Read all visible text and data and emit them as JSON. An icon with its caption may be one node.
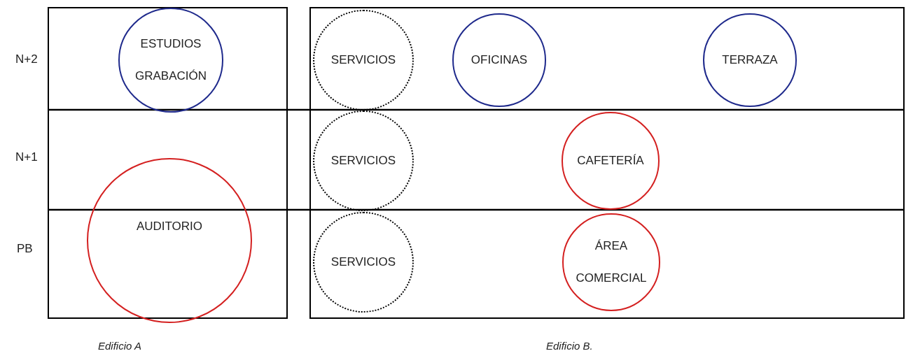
{
  "diagram": {
    "nodes": [
      {
        "text": [],
        "shape": "box",
        "beside": [
          "Edificio A"
        ]
      },
      {
        "text": [],
        "shape": "box",
        "beside": [
          "Edificio B."
        ]
      },
      {
        "text": [
          "ESTUDIOS GRABACIÓN"
        ],
        "in": 0
      },
      {
        "text": [
          "AUDITORIO"
        ],
        "in": 0
      },
      {
        "text": [
          "SERVICIOS"
        ],
        "in": 1
      },
      {
        "text": [
          "OFICINAS"
        ],
        "in": 1
      },
      {
        "text": [
          "TERRAZA"
        ],
        "in": 1
      },
      {
        "text": [
          "SERVICIOS"
        ],
        "in": 1
      },
      {
        "text": [
          "CAFETERÍA"
        ],
        "in": 1
      },
      {
        "text": [
          "SERVICIOS"
        ],
        "in": 1
      },
      {
        "text": [
          "ÁREA COMERCIAL"
        ],
        "in": 1
      }
    ],
    "edges": [],
    "labels": [
      "N+2",
      "N+1",
      "PB"
    ]
  }
}
